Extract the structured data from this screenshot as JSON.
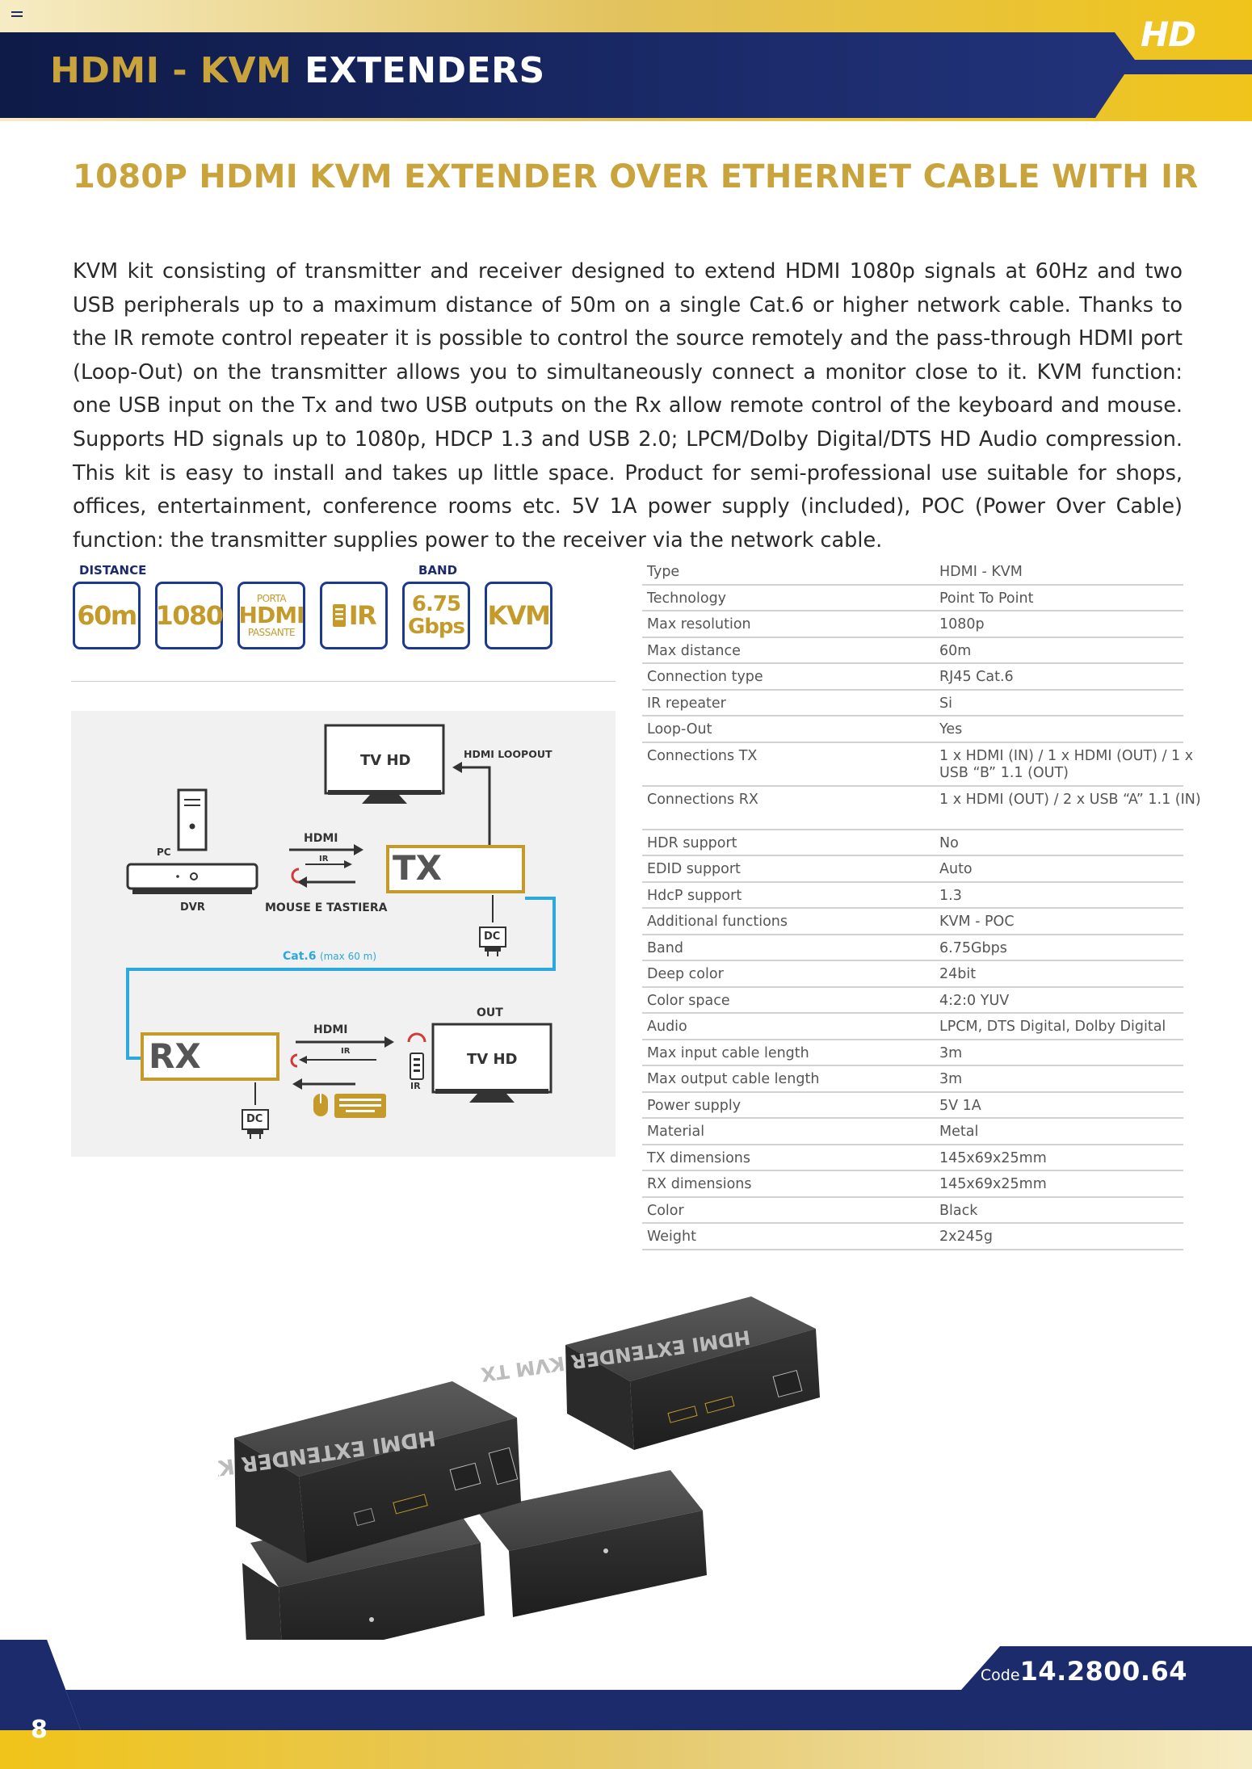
{
  "header": {
    "title_gold": "HDMI - KVM",
    "title_white": "EXTENDERS",
    "badge": "HD"
  },
  "product": {
    "title": "1080P HDMI KVM EXTENDER OVER ETHERNET CABLE WITH IR",
    "description": "KVM kit consisting of transmitter and receiver designed to extend HDMI 1080p signals at 60Hz and two USB peripherals up to a maximum distance of 50m on a single Cat.6 or higher network cable. Thanks to the IR remote control repeater it is possible to control the source remotely and the pass-through HDMI port (Loop-Out) on the transmitter allows you to simultaneously connect a monitor close to it. KVM function: one USB input on the Tx and two USB outputs on the Rx allow remote control of the keyboard and mouse. Supports HD signals up to 1080p, HDCP 1.3 and USB 2.0; LPCM/Dolby Digital/DTS HD Audio compression. This kit is easy to install and takes up little space. Product for semi-professional use suitable for shops, offices, entertainment, conference rooms etc. 5V 1A power supply (included), POC (Power Over Cable) function: the transmitter supplies power to the receiver via the network cable."
  },
  "features": {
    "distance_label": "DISTANCE",
    "band_label": "BAND",
    "distance": "60m",
    "resolution": "1080",
    "porta_top": "PORTA",
    "porta_mid": "HDMI",
    "porta_bottom": "PASSANTE",
    "ir": "IR",
    "band_line1": "6.75",
    "band_line2": "Gbps",
    "kvm": "KVM"
  },
  "diagram": {
    "tv_top": "TV HD",
    "hdmi_loopout": "HDMI LOOPOUT",
    "pc": "PC",
    "dvr": "DVR",
    "hdmi_1": "HDMI",
    "ir_1": "IR",
    "tx": "TX",
    "mouse_keyboard": "MOUSE E TASTIERA",
    "dc_1": "DC",
    "cat6": "Cat.6",
    "cat6_max": "(max 60 m)",
    "out": "OUT",
    "hdmi_2": "HDMI",
    "ir_2": "IR",
    "ir_remote": "IR",
    "rx": "RX",
    "tv_bottom": "TV HD",
    "dc_2": "DC"
  },
  "specs": [
    {
      "key": "Type",
      "value": "HDMI - KVM"
    },
    {
      "key": "Technology",
      "value": "Point To Point"
    },
    {
      "key": "Max resolution",
      "value": "1080p"
    },
    {
      "key": "Max distance",
      "value": "60m"
    },
    {
      "key": "Connection type",
      "value": "RJ45 Cat.6"
    },
    {
      "key": "IR repeater",
      "value": "Si"
    },
    {
      "key": "Loop-Out",
      "value": "Yes"
    },
    {
      "key": "Connections TX",
      "value": "1 x HDMI (IN) / 1 x HDMI (OUT) / 1 x USB “B” 1.1 (OUT)"
    },
    {
      "key": "Connections RX",
      "value": "1 x HDMI (OUT) / 2 x USB “A” 1.1 (IN)"
    },
    {
      "key": "HDR support",
      "value": "No"
    },
    {
      "key": "EDID support",
      "value": "Auto"
    },
    {
      "key": "HdcP support",
      "value": "1.3"
    },
    {
      "key": "Additional functions",
      "value": "KVM - POC"
    },
    {
      "key": "Band",
      "value": "6.75Gbps"
    },
    {
      "key": "Deep color",
      "value": "24bit"
    },
    {
      "key": "Color space",
      "value": "4:2:0 YUV"
    },
    {
      "key": "Audio",
      "value": "LPCM, DTS Digital, Dolby Digital"
    },
    {
      "key": "Max input cable length",
      "value": "3m"
    },
    {
      "key": "Max output cable length",
      "value": "3m"
    },
    {
      "key": "Power supply",
      "value": "5V 1A"
    },
    {
      "key": "Material",
      "value": "Metal"
    },
    {
      "key": "TX dimensions",
      "value": "145x69x25mm"
    },
    {
      "key": "RX dimensions",
      "value": "145x69x25mm"
    },
    {
      "key": "Color",
      "value": "Black"
    },
    {
      "key": "Weight",
      "value": "2x245g"
    }
  ],
  "photo": {
    "rx_label": "HDMI EXTENDER KVM RX",
    "tx_label": "HDMI EXTENDER KVM TX"
  },
  "footer": {
    "code_label": "Code",
    "code_value": "14.2800.64",
    "page_number": "8"
  },
  "colors": {
    "navy": "#1b2b6b",
    "gold": "#c9a33c",
    "cable_blue": "#2ba8dc"
  }
}
